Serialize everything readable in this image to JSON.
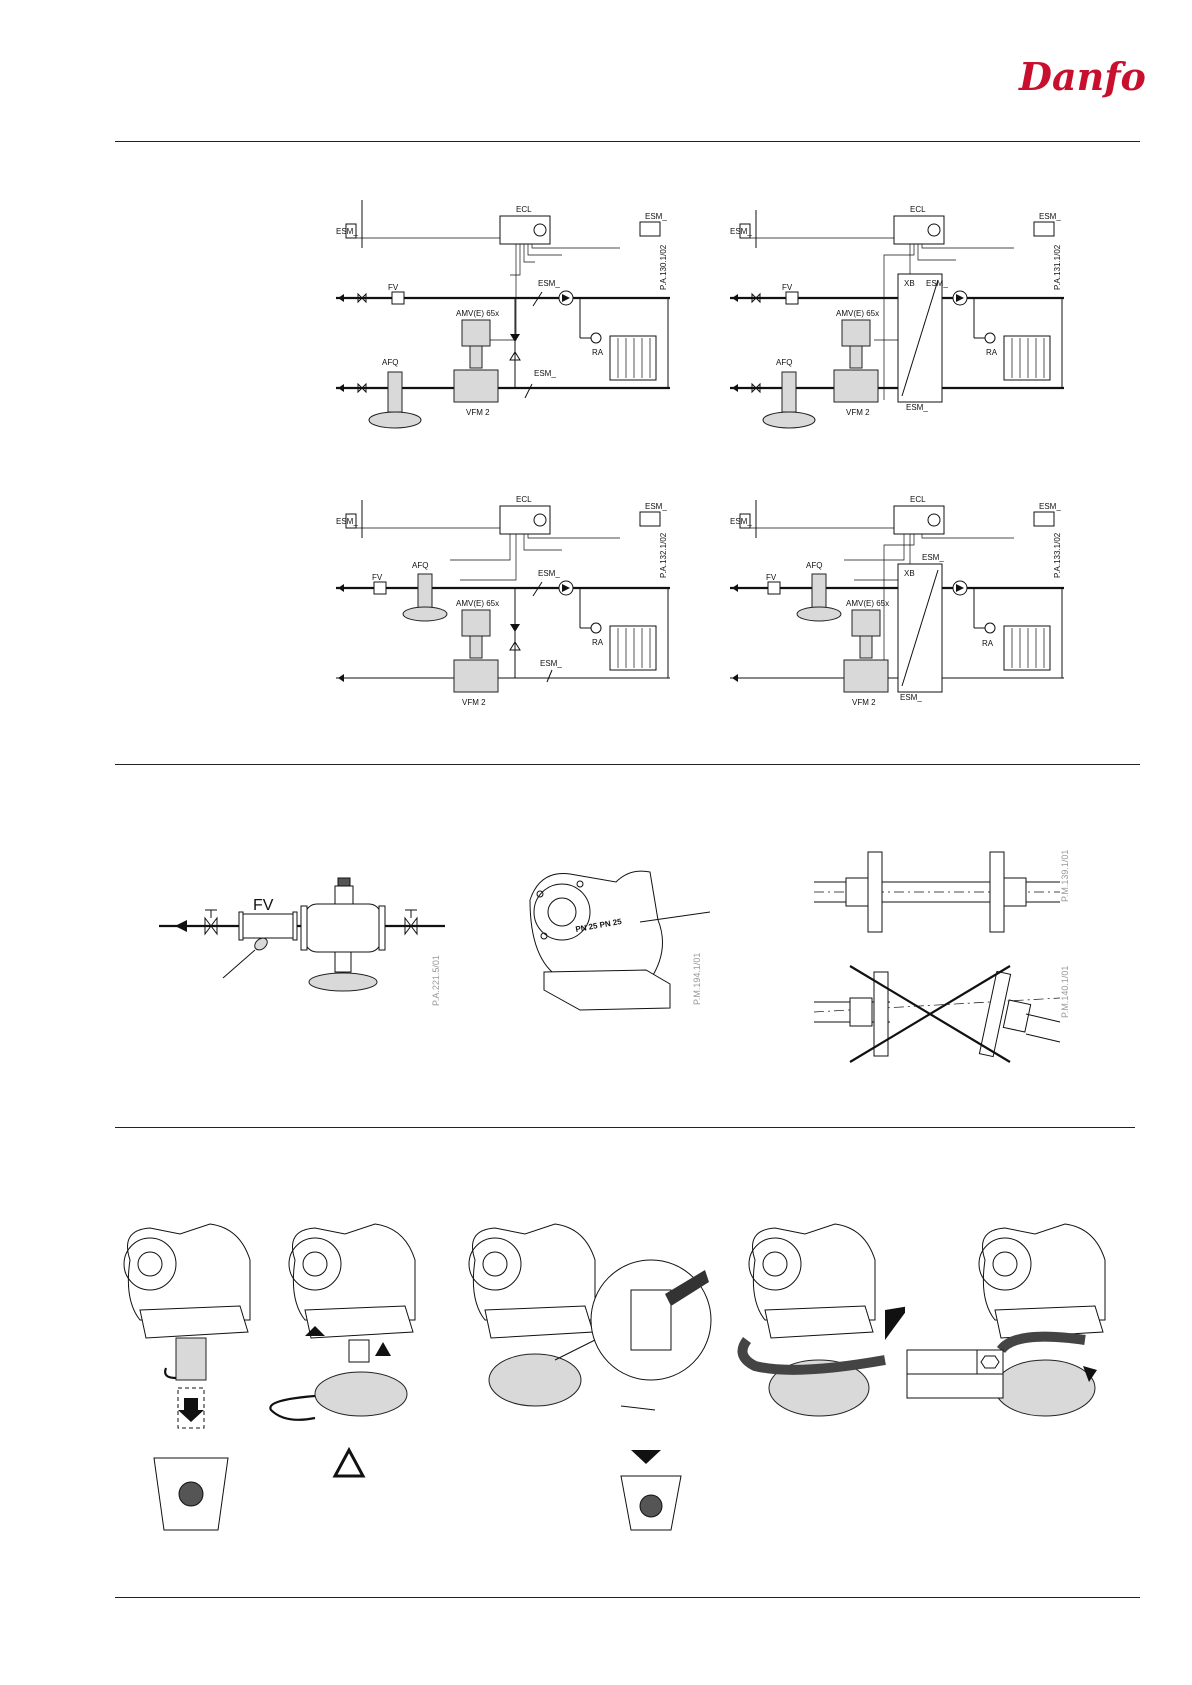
{
  "header": {
    "logo": "Danfoss"
  },
  "diagrams": {
    "d1": {
      "ecl": "ECL",
      "esm_outdoor": "ESM_",
      "esm_room": "ESM_",
      "esm_supply": "ESM_",
      "esm_return": "ESM_",
      "fv": "FV",
      "amv": "AMV(E) 65x",
      "afq": "AFQ",
      "vfm": "VFM 2",
      "ra": "RA",
      "code": "P.A.130.1/02"
    },
    "d2": {
      "ecl": "ECL",
      "esm_outdoor": "ESM_",
      "esm_room": "ESM_",
      "esm_supply": "ESM_",
      "esm_return": "ESM_",
      "xb": "XB",
      "fv": "FV",
      "amv": "AMV(E) 65x",
      "afq": "AFQ",
      "vfm": "VFM 2",
      "ra": "RA",
      "code": "P.A.131.1/02"
    },
    "d3": {
      "ecl": "ECL",
      "esm_outdoor": "ESM_",
      "esm_room": "ESM_",
      "esm_supply": "ESM_",
      "esm_return": "ESM_",
      "fv": "FV",
      "amv": "AMV(E) 65x",
      "afq": "AFQ",
      "vfm": "VFM 2",
      "ra": "RA",
      "code": "P.A.132.1/02"
    },
    "d4": {
      "ecl": "ECL",
      "esm_outdoor": "ESM_",
      "esm_room": "ESM_",
      "esm_supply": "ESM_",
      "esm_return": "ESM_",
      "xb": "XB",
      "fv": "FV",
      "amv": "AMV(E) 65x",
      "afq": "AFQ",
      "vfm": "VFM 2",
      "ra": "RA",
      "code": "P.A.133.1/02"
    }
  },
  "install": {
    "fv": "FV",
    "fv_code": "P.A.221.5/01",
    "marking": "PN 25 PN 25",
    "valve_code": "P.M.194.1/01",
    "flange_ok_code": "P.M.139.1/01",
    "flange_bad_code": "P.M.140.1/01"
  },
  "colors": {
    "logo": "#c8102e",
    "line": "#111111"
  }
}
